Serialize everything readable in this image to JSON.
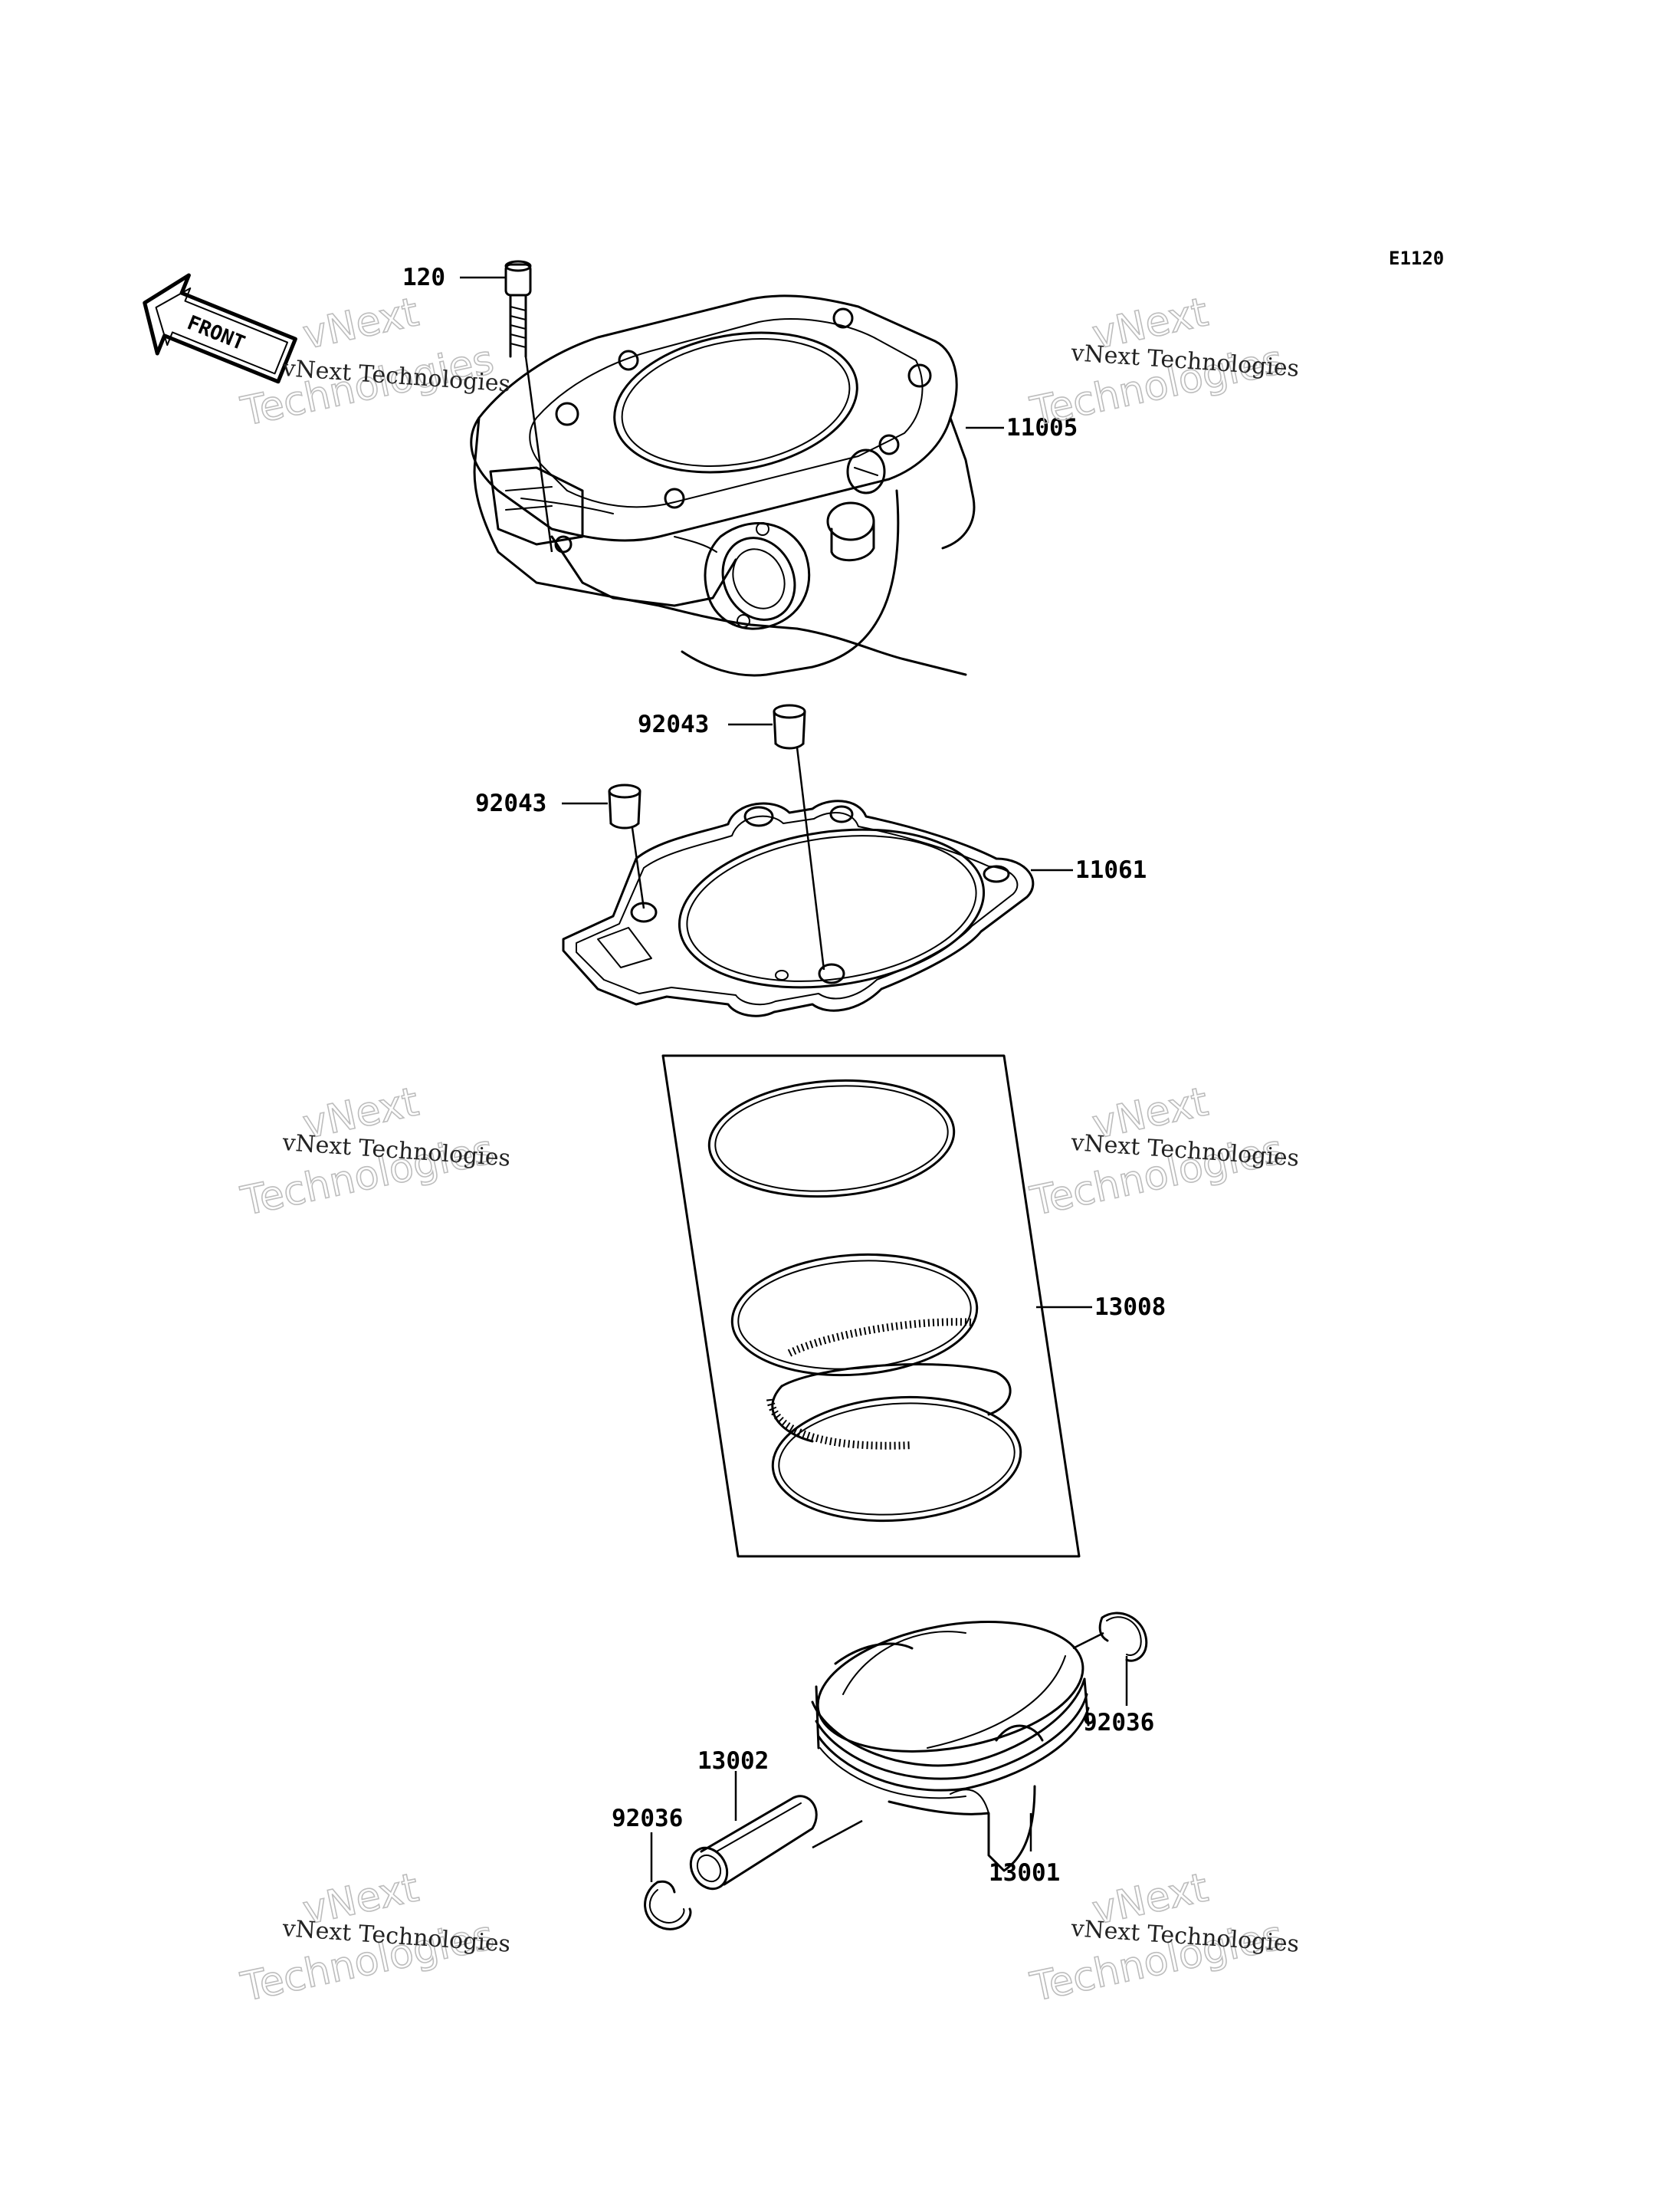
{
  "diagram": {
    "code": "E1120",
    "front_marker": "FRONT",
    "watermark": {
      "line1": "vNext Technologies",
      "line2_big_a": "vNext",
      "line2_big_b": "Technologies"
    },
    "parts": [
      {
        "id": "p-120",
        "number": "120",
        "name": "bolt"
      },
      {
        "id": "p-11005",
        "number": "11005",
        "name": "cylinder"
      },
      {
        "id": "p-92043-a",
        "number": "92043",
        "name": "dowel-pin-upper"
      },
      {
        "id": "p-92043-b",
        "number": "92043",
        "name": "dowel-pin-lower"
      },
      {
        "id": "p-11061",
        "number": "11061",
        "name": "cylinder-gasket"
      },
      {
        "id": "p-13008",
        "number": "13008",
        "name": "piston-ring-set"
      },
      {
        "id": "p-92036-a",
        "number": "92036",
        "name": "circlip-right"
      },
      {
        "id": "p-13002",
        "number": "13002",
        "name": "piston-pin"
      },
      {
        "id": "p-92036-b",
        "number": "92036",
        "name": "circlip-left"
      },
      {
        "id": "p-13001",
        "number": "13001",
        "name": "piston"
      }
    ]
  }
}
